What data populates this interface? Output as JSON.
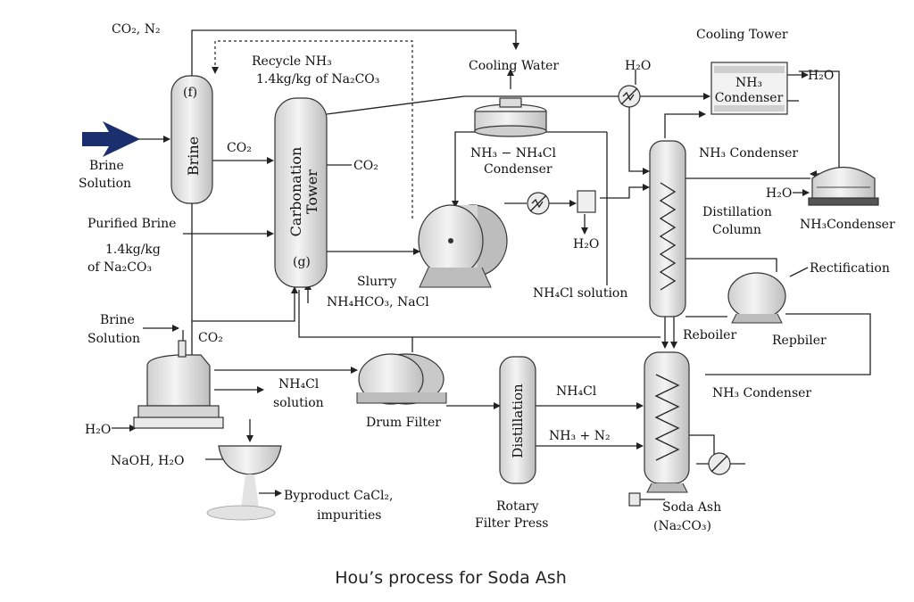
{
  "caption": "Hou’s process for Soda Ash",
  "colors": {
    "arrow": "#1b2f6e",
    "line": "#222222",
    "vessel_fill": "#e4e4e4"
  },
  "vessels": {
    "brine_column": "Brine",
    "brine_column_tag": "(f)",
    "carbonation_line1": "Carbonation",
    "carbonation_line2": "Tower",
    "carbonation_tag": "(g)",
    "distillation_small": "Distillation",
    "nh3_condenser_box_line1": "NH₃",
    "nh3_condenser_box_line2": "Condenser"
  },
  "labels": {
    "co2_n2": "CO₂, N₂",
    "recycle_nh3_line1": "Recycle NH₃",
    "recycle_nh3_line2": "1.4kg/kg of Na₂CO₃",
    "cooling_water": "Cooling Water",
    "h2o_top": "H₂O",
    "cooling_tower": "Cooling Tower",
    "h2o_right_out": "H₂O",
    "brine_solution_1": "Brine",
    "brine_solution_2": "Solution",
    "co2_mid": "CO₂",
    "co2_side": "CO₂",
    "nh3_nh4cl_line1": "NH₃ − NH₄Cl",
    "nh3_nh4cl_line2": "Condenser",
    "nh3_condenser_mid": "NH₃ Condenser",
    "h2o_mid_right": "H₂O",
    "distillation_column_1": "Distillation",
    "distillation_column_2": "Column",
    "nh3condenser_right": "NH₃Condenser",
    "purified_brine": "Purified Brine",
    "ratio_line1": "1.4kg/kg",
    "ratio_line2": "of Na₂CO₃",
    "h2o_small": "H₂O",
    "slurry_line1": "Slurry",
    "slurry_line2": "NH₄HCO₃, NaCl",
    "nh4cl_solution_right": "NH₄Cl solution",
    "rectification": "Rectification",
    "brine_solution2_1": "Brine",
    "brine_solution2_2": "Solution",
    "co2_lower": "CO₂",
    "reboiler": "Reboiler",
    "repbiler": "Repbiler",
    "nh4cl_solution_1": "NH₄Cl",
    "nh4cl_solution_2": "solution",
    "drum_filter": "Drum Filter",
    "nh4cl_mid": "NH₄Cl",
    "nh3_condenser_lower": "NH₃ Condenser",
    "h2o_left": "H₂O",
    "nh3_n2": "NH₃ + N₂",
    "naoh_h2o": "NaOH, H₂O",
    "byproduct_1": "Byproduct CaCl₂,",
    "byproduct_2": "impurities",
    "rotary_1": "Rotary",
    "rotary_2": "Filter Press",
    "soda_ash_1": "Soda Ash",
    "soda_ash_2": "(Na₂CO₃)"
  }
}
